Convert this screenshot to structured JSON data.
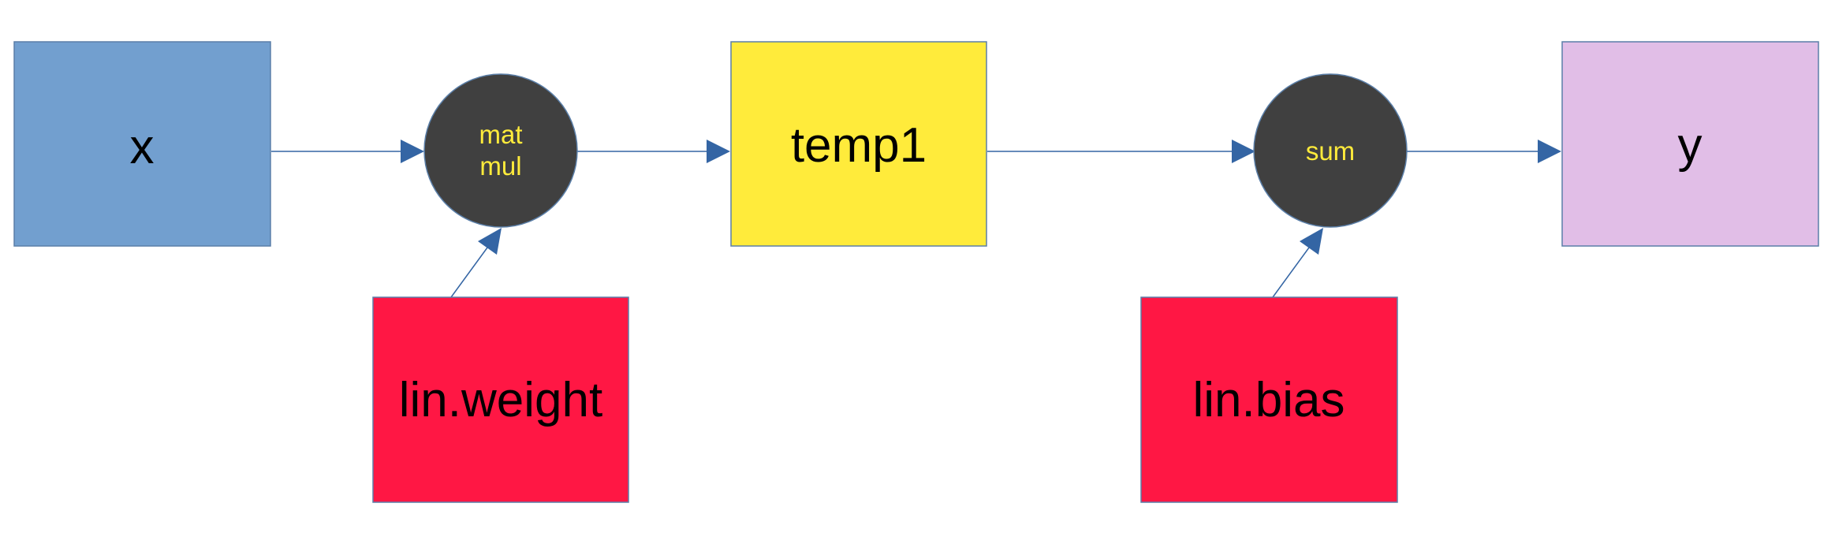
{
  "nodes": {
    "x": {
      "label": "x",
      "fill": "#729fcf"
    },
    "lin_weight": {
      "label": "lin.weight",
      "fill": "#ff1744"
    },
    "temp1": {
      "label": "temp1",
      "fill": "#ffeb3b"
    },
    "lin_bias": {
      "label": "lin.bias",
      "fill": "#ff1744"
    },
    "y": {
      "label": "y",
      "fill": "#e1bee7"
    }
  },
  "ops": {
    "matmul": {
      "label_line1": "mat",
      "label_line2": "mul",
      "fill": "#404040",
      "text_color": "#ffeb3b"
    },
    "sum": {
      "label": "sum",
      "fill": "#404040",
      "text_color": "#ffeb3b"
    }
  },
  "colors": {
    "edge": "#3465a4",
    "box_border": "#5b7fa8"
  }
}
